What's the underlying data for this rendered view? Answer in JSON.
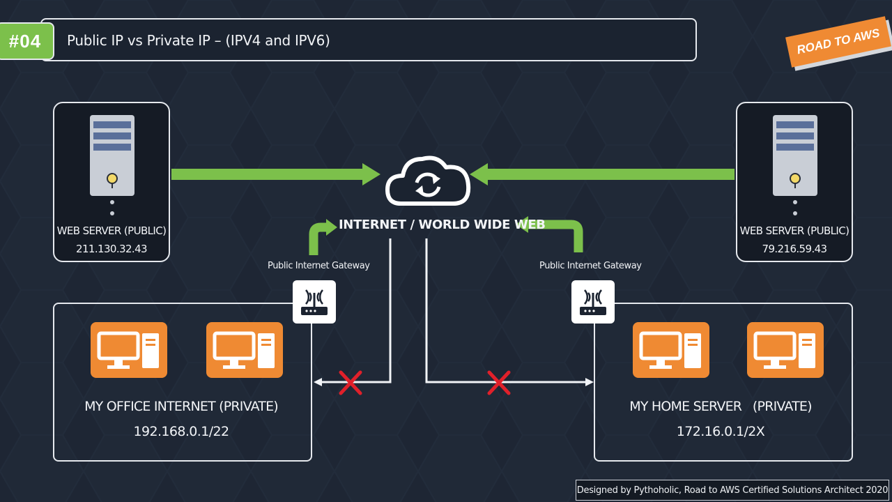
{
  "header": {
    "badge": "#04",
    "title": "Public IP vs Private IP – (IPV4 and IPV6)",
    "ribbon": "ROAD TO AWS"
  },
  "servers": [
    {
      "label": "WEB SERVER (PUBLIC)",
      "ip": "211.130.32.43"
    },
    {
      "label": "WEB SERVER (PUBLIC)",
      "ip": "79.216.59.43"
    }
  ],
  "internet": {
    "label": "INTERNET / WORLD WIDE WEB"
  },
  "gateways": [
    {
      "label": "Public Internet Gateway"
    },
    {
      "label": "Public Internet Gateway"
    }
  ],
  "networks": [
    {
      "title": "MY OFFICE INTERNET (PRIVATE)",
      "ip": "192.168.0.1/22"
    },
    {
      "title": "MY HOME SERVER   (PRIVATE)",
      "ip": "172.16.0.1/2X"
    }
  ],
  "footer": "Designed by Pythoholic, Road to AWS Certified Solutions Architect 2020",
  "colors": {
    "background": "#1f2836",
    "accent_green": "#7cc04b",
    "accent_orange": "#ef8a33",
    "block_red": "#e0202a",
    "line": "#e6e9ee"
  }
}
